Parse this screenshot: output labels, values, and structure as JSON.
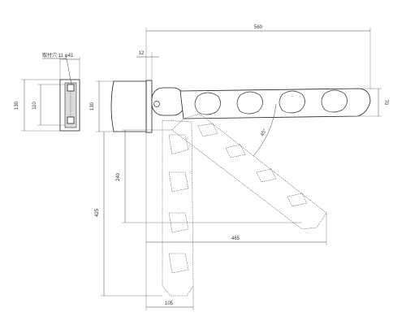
{
  "colors": {
    "line": "#222222",
    "dimension": "#444444",
    "part_shade": "#dcdcdc",
    "background": "#ffffff"
  },
  "section_view": {
    "hole_note": "取付穴 11 φ",
    "width": "41",
    "outer_height": "130",
    "hole_pitch": "110"
  },
  "main_view": {
    "arm_length": "560",
    "base_thickness": "12",
    "base_height": "130",
    "arm_height": "70",
    "angle": "45°",
    "mid_drop": "240",
    "folded_length": "425",
    "reach_45": "465",
    "folded_width": "105"
  }
}
